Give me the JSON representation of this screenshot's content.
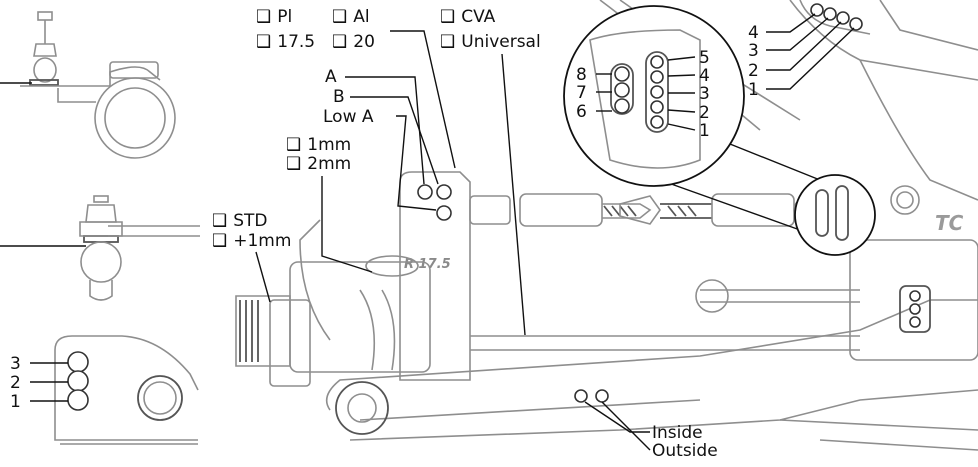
{
  "checkbox_glyph": "❑",
  "options": {
    "pl": "Pl",
    "al": "Al",
    "r175": "17.5",
    "r20": "20",
    "cva": "CVA",
    "universal": "Universal",
    "mm1": "1mm",
    "mm2": "2mm",
    "std": "STD",
    "plus1mm": "+1mm"
  },
  "positions": {
    "a": "A",
    "b": "B",
    "low_a": "Low A",
    "inside": "Inside",
    "outside": "Outside"
  },
  "callout_left_numbers": [
    "8",
    "7",
    "6"
  ],
  "callout_right_numbers": [
    "5",
    "4",
    "3",
    "2",
    "1"
  ],
  "top_right_numbers": [
    "4",
    "3",
    "2",
    "1"
  ],
  "bottom_left_numbers": [
    "3",
    "2",
    "1"
  ],
  "part_markings": {
    "hub_carrier": "R 17.5",
    "chassis_brand": "TC"
  }
}
